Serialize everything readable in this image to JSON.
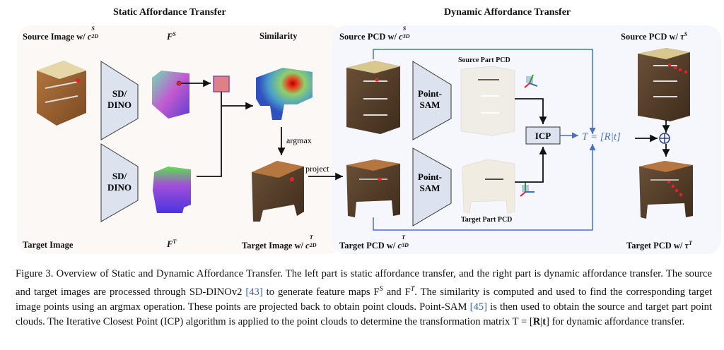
{
  "figure": {
    "static_title": "Static Affordance Transfer",
    "dynamic_title": "Dynamic Affordance Transfer",
    "static": {
      "source_label": "Source Image w/ ",
      "source_label_math": {
        "base": "c",
        "sup": "S",
        "sub": "2D"
      },
      "fs_label": {
        "base": "F",
        "sup": "S"
      },
      "similarity_label": "Similarity",
      "target_label": "Target Image",
      "ft_label": {
        "base": "F",
        "sup": "T"
      },
      "target_image_label": "Target Image w/ ",
      "target_image_math": {
        "base": "c",
        "sup": "T",
        "sub": "2D"
      },
      "encoder_label_line1": "SD/",
      "encoder_label_line2": "DINO",
      "argmax_label": "argmax",
      "project_label": "project"
    },
    "dynamic": {
      "source_pcd_label": "Source PCD w/ ",
      "source_pcd_math": {
        "base": "c",
        "sup": "S",
        "sub": "3D"
      },
      "source_part_label": "Source Part PCD",
      "target_part_label": "Target Part PCD",
      "segmenter_line1": "Point-",
      "segmenter_line2": "SAM",
      "icp_label": "ICP",
      "transform_formula": "T = [R|t]",
      "source_tau_label": "Source PCD w/ ",
      "source_tau_math": {
        "base": "τ",
        "sup": "S"
      },
      "target_pcd_label": "Target PCD w/ ",
      "target_pcd_math": {
        "base": "c",
        "sup": "T",
        "sub": "3D"
      },
      "target_tau_label": "Target PCD w/ ",
      "target_tau_math": {
        "base": "τ",
        "sup": "T"
      }
    },
    "icons": [
      "cabinet-image",
      "nightstand-image",
      "feature-map",
      "similarity-heatmap",
      "coordinate-axes-icon",
      "plus-circle-icon",
      "arrow-icon"
    ],
    "colors": {
      "static_bg": "#fcf8f5",
      "dynamic_bg": "#f5f7fc",
      "encoder_fill": "#dde2ef",
      "accent_blue": "#4a6fc9",
      "keypoint_red": "#e8202a",
      "query_square": "#e07f86"
    }
  },
  "caption": {
    "prefix": "Figure 3.",
    "text_1": " Overview of Static and Dynamic Affordance Transfer. The left part is static affordance transfer, and the right part is dynamic affordance transfer. The source and target images are processed through SD-DINOv2 ",
    "cite_1": "[43]",
    "text_2": " to generate feature maps F",
    "sup_1": "S",
    "text_3": " and F",
    "sup_2": "T",
    "text_4": ". The similarity is computed and used to find the corresponding target image points using an argmax operation. These points are projected back to obtain point clouds. Point-SAM ",
    "cite_2": "[45]",
    "text_5": " is then used to obtain the source and target part point clouds. The Iterative Closest Point (ICP) algorithm is applied to the point clouds to determine the transformation matrix T = [",
    "bold_R": "R",
    "text_6": "|",
    "bold_t": "t",
    "text_7": "] for dynamic affordance transfer."
  }
}
